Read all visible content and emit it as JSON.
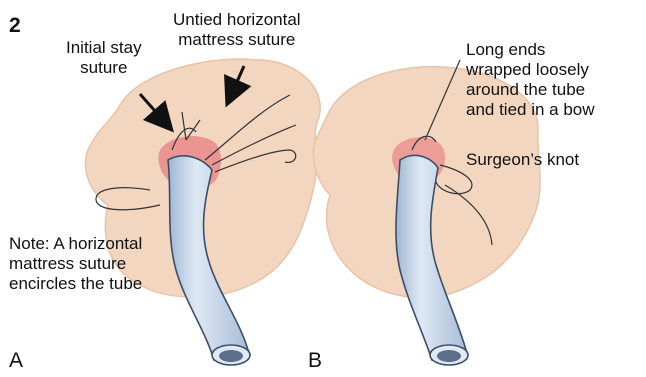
{
  "figure_number": "2",
  "panels": [
    {
      "letter": "A",
      "labels": {
        "initial_stay": "Initial stay\nsuture",
        "untied_mattress": "Untied horizontal\nmattress suture",
        "note": "Note: A horizontal\nmattress suture\nencircles the tube"
      }
    },
    {
      "letter": "B",
      "labels": {
        "long_ends": "Long ends\nwrapped loosely\naround the tube\nand tied in a bow",
        "surgeons_knot": "Surgeon’s knot"
      }
    }
  ],
  "colors": {
    "skin": "#f2d6c0",
    "skin_edge": "#e9c3a6",
    "wound": "#e98a8a",
    "tube": "#bcd0e6",
    "tube_edge": "#3c4e66",
    "suture": "#333333",
    "text": "#111111"
  }
}
